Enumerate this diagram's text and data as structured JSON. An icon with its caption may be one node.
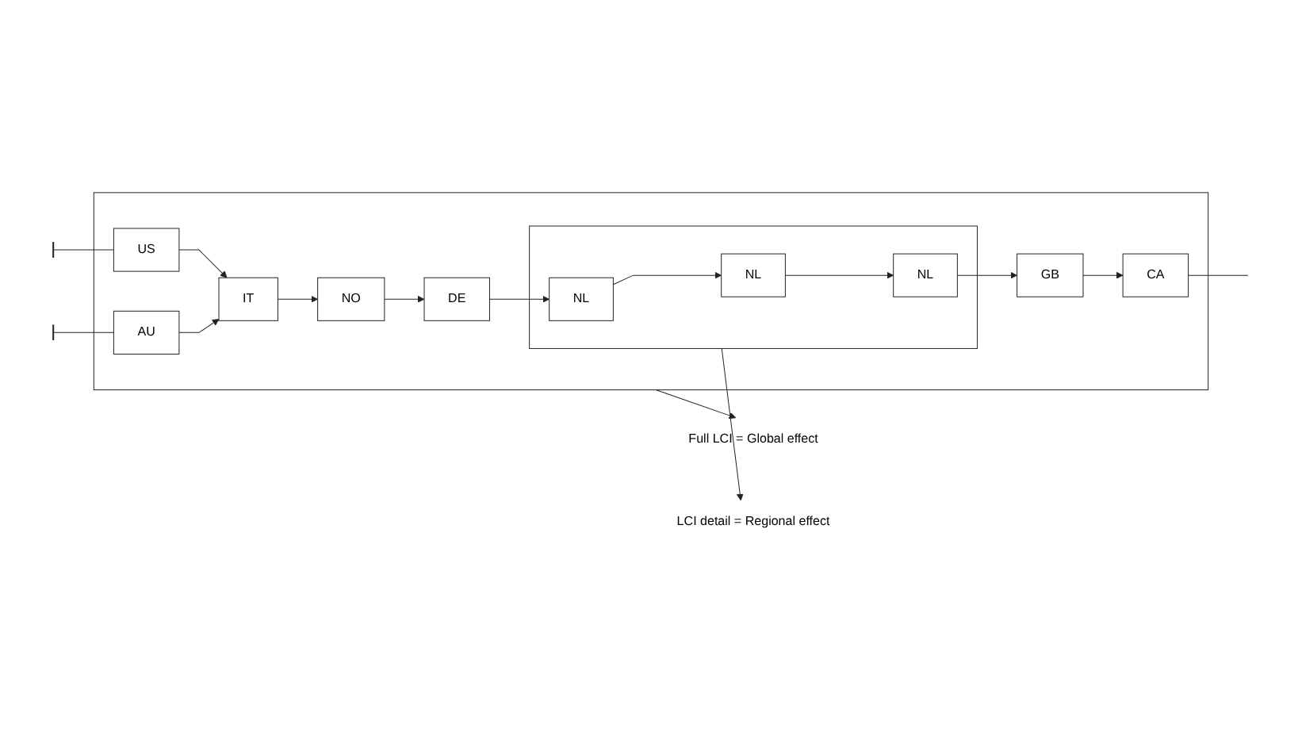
{
  "diagram": {
    "nodes": [
      {
        "text": [
          "Full LCI = Global effect"
        ]
      },
      {
        "text": [],
        "shape": "box"
      },
      {
        "text": [
          "US"
        ],
        "in": 1
      },
      {
        "text": [
          "AU"
        ],
        "in": 1
      },
      {
        "text": [
          "IT"
        ],
        "in": 1
      },
      {
        "text": [
          "NO"
        ],
        "in": 1
      },
      {
        "text": [
          "DE"
        ],
        "in": 1
      },
      {
        "text": [],
        "shape": "box",
        "in": 1
      },
      {
        "text": [
          "NL"
        ],
        "in": 7
      },
      {
        "text": [
          "NL"
        ],
        "in": 7
      },
      {
        "text": [
          "NL"
        ],
        "in": 7
      },
      {
        "text": [
          "GB"
        ],
        "in": 1
      },
      {
        "text": [
          "CA"
        ],
        "in": 1
      },
      {
        "text": [
          "LCI detail = Regional effect"
        ]
      }
    ],
    "edges": [
      {
        "from": null,
        "to": 2,
        "arrow": "other"
      },
      {
        "from": null,
        "to": 3,
        "arrow": "other"
      },
      {
        "from": 2,
        "to": 4,
        "arrow": "to"
      },
      {
        "from": 3,
        "to": 4,
        "arrow": "to"
      },
      {
        "from": 4,
        "to": 5,
        "arrow": "to"
      },
      {
        "from": 5,
        "to": 6,
        "arrow": "to"
      },
      {
        "from": 6,
        "to": 8,
        "arrow": "to"
      },
      {
        "from": 8,
        "to": 9,
        "arrow": "to"
      },
      {
        "from": 9,
        "to": 10,
        "arrow": "to"
      },
      {
        "from": 10,
        "to": 11,
        "arrow": "to"
      },
      {
        "from": 11,
        "to": 12,
        "arrow": "to"
      },
      {
        "from": 12,
        "to": null,
        "arrow": "none"
      },
      {
        "from": 1,
        "to": 0,
        "arrow": "to"
      },
      {
        "from": 7,
        "to": 13,
        "arrow": "to"
      }
    ]
  }
}
